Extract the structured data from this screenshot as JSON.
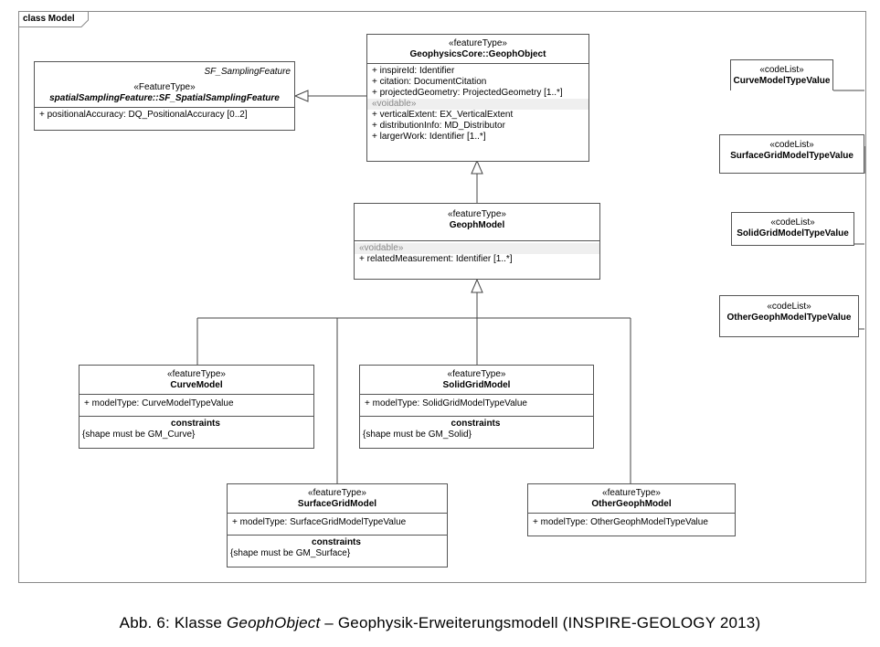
{
  "frame": {
    "label": "class Model"
  },
  "sampling": {
    "superclass": "SF_SamplingFeature",
    "stereotype": "«FeatureType»",
    "name": "spatialSamplingFeature::SF_SpatialSamplingFeature",
    "attributes": [
      "+   positionalAccuracy:  DQ_PositionalAccuracy [0..2]"
    ]
  },
  "geophObject": {
    "stereotype": "«featureType»",
    "name": "GeophysicsCore::GeophObject",
    "attributes": [
      "+   inspireId:  Identifier",
      "+   citation:  DocumentCitation",
      "+   projectedGeometry:  ProjectedGeometry [1..*]"
    ],
    "voidable_label": "«voidable»",
    "voidable_attributes": [
      "+   verticalExtent:  EX_VerticalExtent",
      "+   distributionInfo:  MD_Distributor",
      "+   largerWork:  Identifier [1..*]"
    ]
  },
  "geophModel": {
    "stereotype": "«featureType»",
    "name": "GeophModel",
    "voidable_label": "«voidable»",
    "voidable_attributes": [
      "+   relatedMeasurement:  Identifier [1..*]"
    ]
  },
  "curveModel": {
    "stereotype": "«featureType»",
    "name": "CurveModel",
    "attribute": "+   modelType:  CurveModelTypeValue",
    "constraints_title": "constraints",
    "constraint": "{shape must be GM_Curve}"
  },
  "solidGridModel": {
    "stereotype": "«featureType»",
    "name": "SolidGridModel",
    "attribute": "+   modelType:  SolidGridModelTypeValue",
    "constraints_title": "constraints",
    "constraint": "{shape must be GM_Solid}"
  },
  "surfaceGridModel": {
    "stereotype": "«featureType»",
    "name": "SurfaceGridModel",
    "attribute": "+   modelType:  SurfaceGridModelTypeValue",
    "constraints_title": "constraints",
    "constraint": "{shape must be GM_Surface}"
  },
  "otherGeophModel": {
    "stereotype": "«featureType»",
    "name": "OtherGeophModel",
    "attribute": "+   modelType:  OtherGeophModelTypeValue"
  },
  "codeLists": [
    {
      "stereotype": "«codeList»",
      "name": "CurveModelTypeValue"
    },
    {
      "stereotype": "«codeList»",
      "name": "SurfaceGridModelTypeValue"
    },
    {
      "stereotype": "«codeList»",
      "name": "SolidGridModelTypeValue"
    },
    {
      "stereotype": "«codeList»",
      "name": "OtherGeophModelTypeValue"
    }
  ],
  "caption": {
    "prefix": "Abb. 6: Klasse ",
    "italic": "GeophObject",
    "suffix": " – Geophysik-Erweiterungsmodell (INSPIRE-GEOLOGY 2013)"
  }
}
